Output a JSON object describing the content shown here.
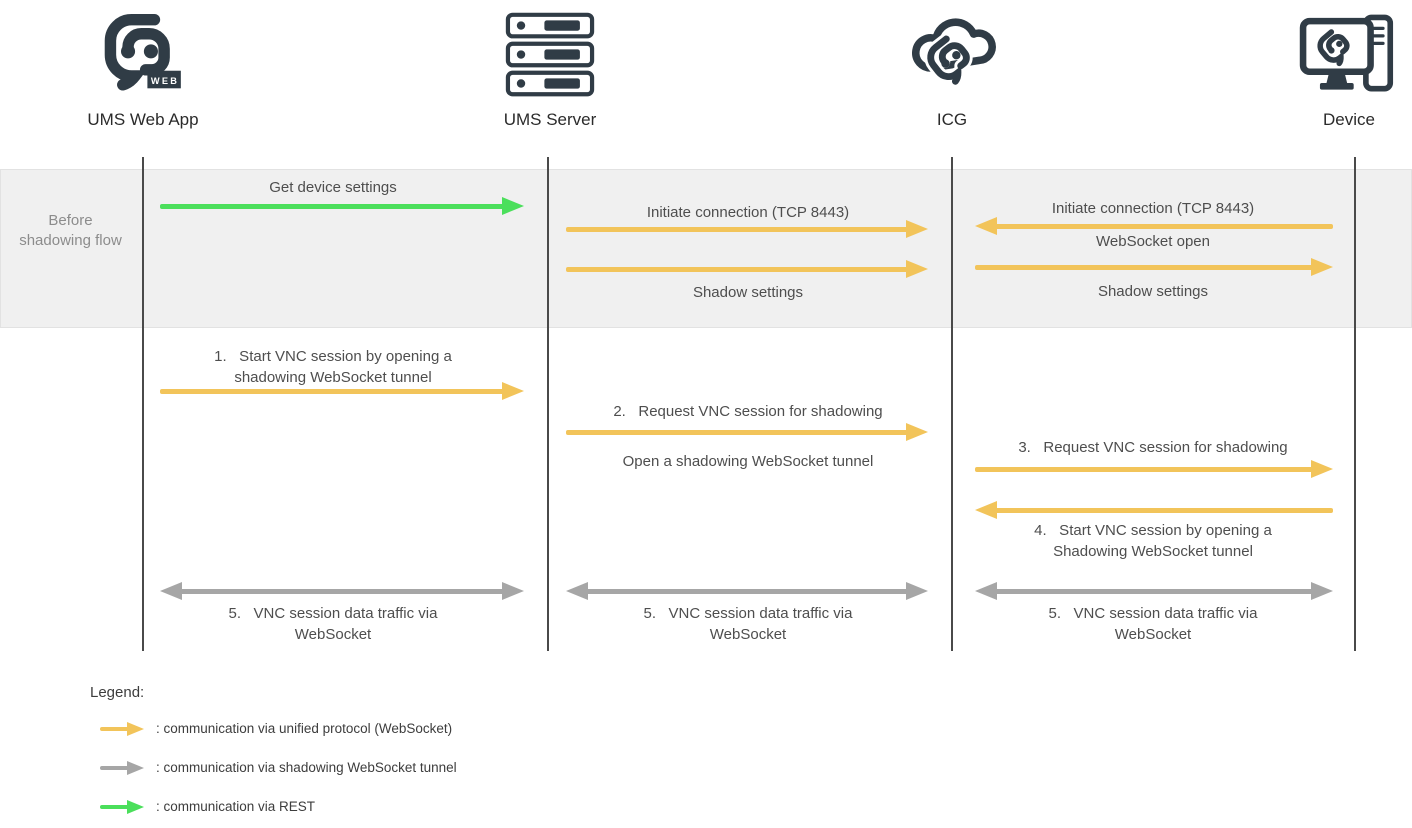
{
  "actors": [
    {
      "label": "UMS Web App",
      "icon": "ums-web-app-logo-icon",
      "badge": "WEB"
    },
    {
      "label": "UMS Server",
      "icon": "server-stack-icon"
    },
    {
      "label": "ICG",
      "icon": "cloud-logo-icon"
    },
    {
      "label": "Device",
      "icon": "device-monitor-icon"
    }
  ],
  "phase": {
    "label": "Before shadowing flow"
  },
  "messages": {
    "get_device_settings": "Get device settings",
    "initiate_connection_ums_icg": "Initiate connection (TCP 8443)",
    "shadow_settings_ums_icg": "Shadow settings",
    "initiate_connection_icg_device": "Initiate connection (TCP 8443)",
    "websocket_open": "WebSocket open",
    "shadow_settings_icg_device": "Shadow settings",
    "step1_line1": "1.   Start VNC session by opening a",
    "step1_line2": "shadowing WebSocket tunnel",
    "step2": "2.   Request VNC session for shadowing",
    "step2_sub": "Open a shadowing WebSocket tunnel",
    "step3": "3.   Request VNC session for shadowing",
    "step4_line1": "4.   Start VNC session by opening a",
    "step4_line2": "Shadowing WebSocket tunnel",
    "step5_line1": "5.   VNC session data traffic via",
    "step5_line2": "WebSocket"
  },
  "legend": {
    "title": "Legend:",
    "items": [
      {
        "arrow_color_name": "yellow",
        "label": ": communication via unified protocol (WebSocket)"
      },
      {
        "arrow_color_name": "gray",
        "label": ": communication via shadowing WebSocket tunnel"
      },
      {
        "arrow_color_name": "green",
        "label": ": communication via REST"
      }
    ]
  },
  "colors": {
    "yellow": "#F2C45A",
    "green": "#4BDF5B",
    "gray": "#A6A6A6",
    "icon": "#303C46",
    "band-bg": "#F0F0F0",
    "band-border": "#E2E2E2",
    "lifeline": "#4A4A4A",
    "text": "#4E4E4E",
    "muted": "#8C8C8C",
    "header-text": "#2B2B2B"
  }
}
